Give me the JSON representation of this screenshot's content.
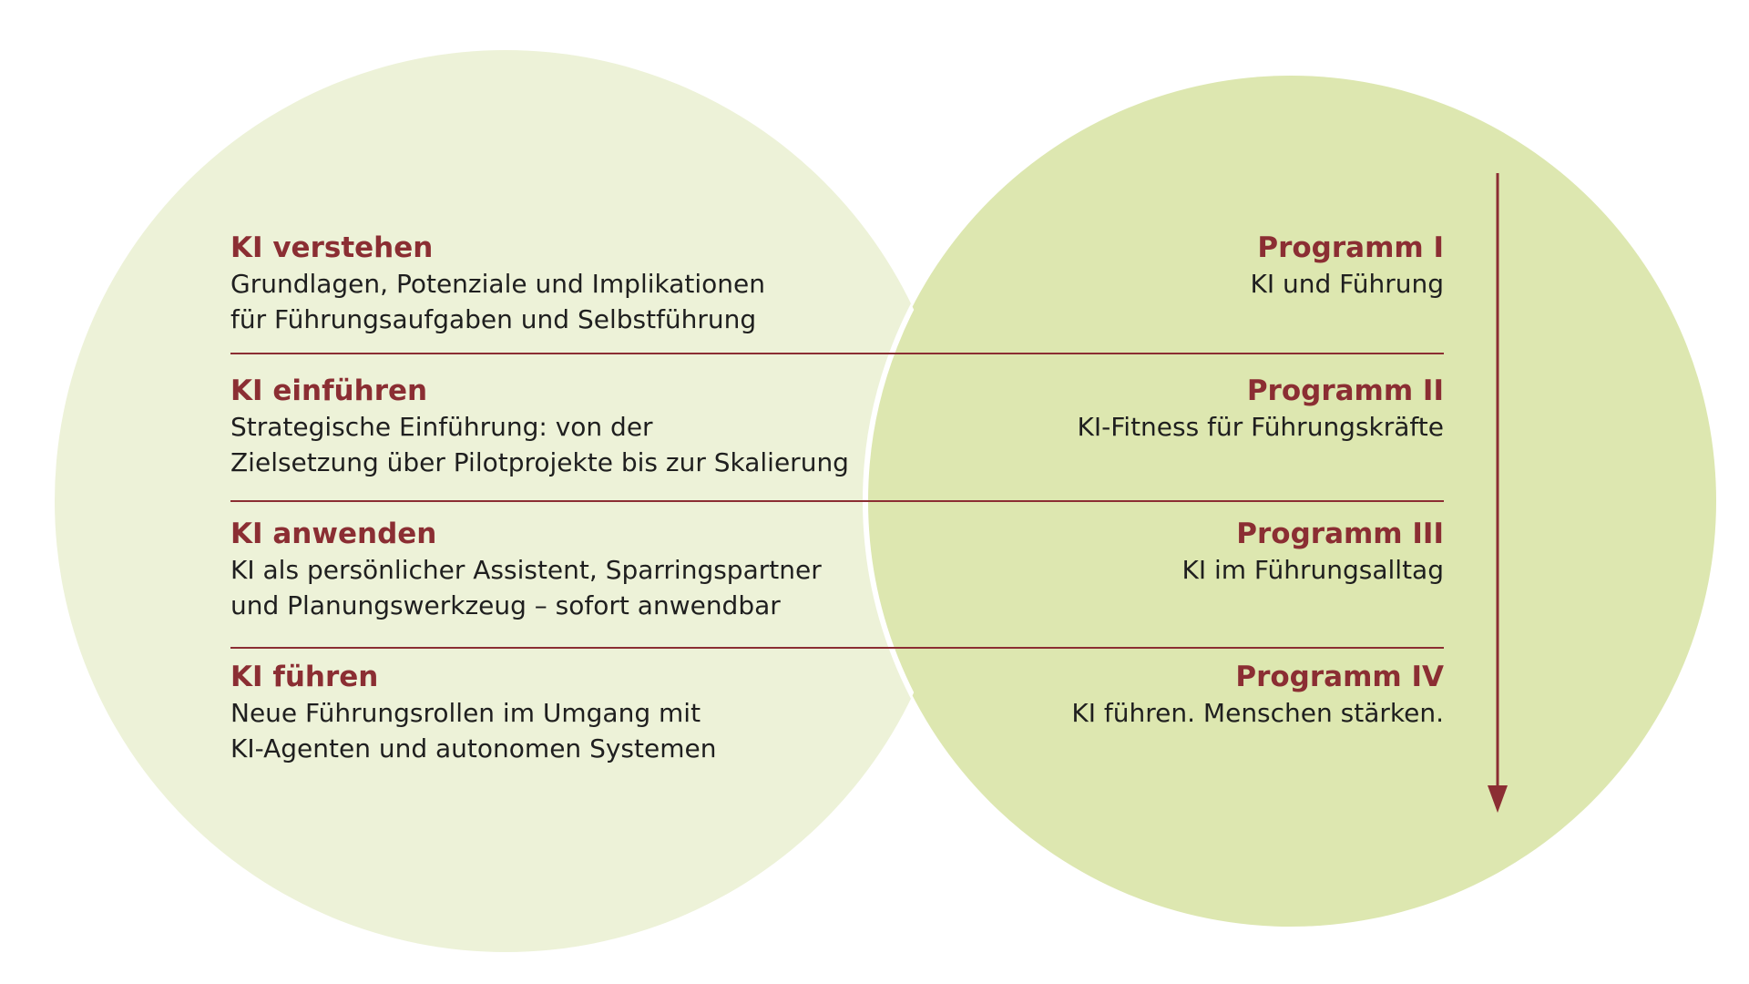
{
  "colors": {
    "left_circle": "#edf2d8",
    "right_circle": "#dde7b0",
    "accent": "#8b2e33",
    "text": "#1f1f1f"
  },
  "rows": [
    {
      "title": "KI verstehen",
      "lines": [
        "Grundlagen, Potenziale und Implikationen",
        "für Führungsaufgaben und Selbstführung"
      ],
      "program": "Programm I",
      "program_desc": "KI und Führung"
    },
    {
      "title": "KI einführen",
      "lines": [
        "Strategische Einführung: von der",
        "Zielsetzung über Pilotprojekte bis zur Skalierung"
      ],
      "program": "Programm II",
      "program_desc": "KI-Fitness für Führungskräfte"
    },
    {
      "title": "KI anwenden",
      "lines": [
        "KI als persönlicher Assistent, Sparringspartner",
        "und Planungswerkzeug – sofort anwendbar"
      ],
      "program": "Programm III",
      "program_desc": "KI im Führungsalltag"
    },
    {
      "title": "KI führen",
      "lines": [
        "Neue Führungsrollen im Umgang mit",
        "KI-Agenten und autonomen Systemen"
      ],
      "program": "Programm IV",
      "program_desc": "KI führen. Menschen stärken."
    }
  ]
}
